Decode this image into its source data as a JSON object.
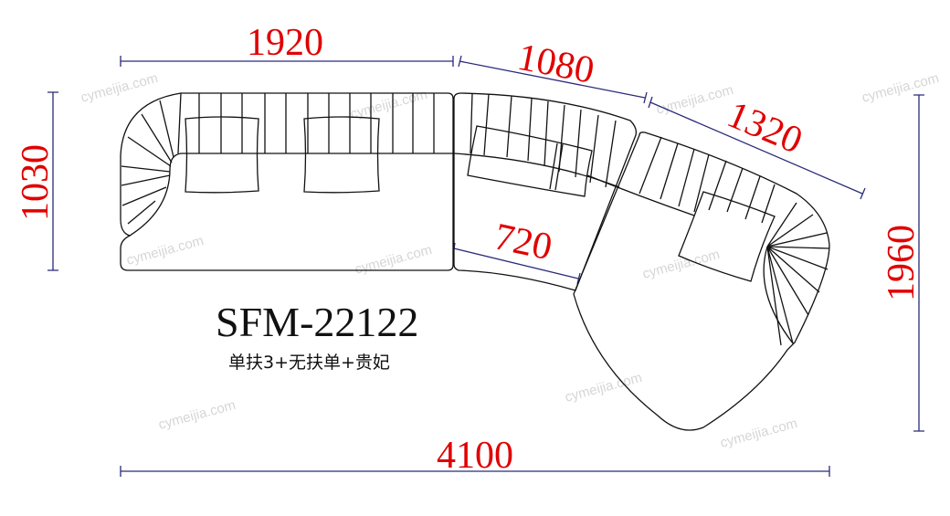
{
  "model": "SFM-22122",
  "description": "单扶3+无扶单+贵妃",
  "dimensions": {
    "left_unit_width": "1920",
    "middle_unit_width": "1080",
    "chaise_back_width": "1320",
    "middle_front_width": "720",
    "depth": "1030",
    "chaise_length": "1960",
    "total_width": "4100"
  },
  "watermark": "cymeijia.com",
  "colors": {
    "dimension_text": "#e00000",
    "dimension_line": "#2a2a7a",
    "outline": "#111111"
  }
}
